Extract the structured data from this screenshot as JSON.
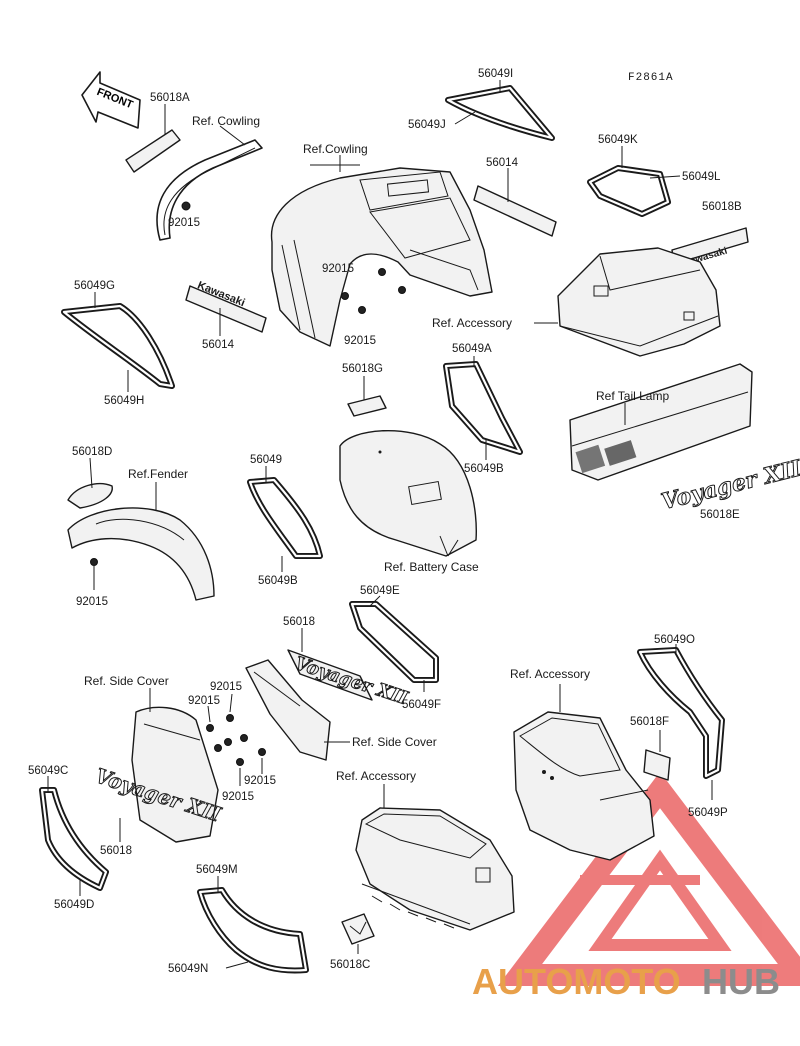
{
  "figure_code": "F2861A",
  "front_arrow_text": "FRONT",
  "labels": {
    "p56018A": "56018A",
    "refCowlingTop": "Ref. Cowling",
    "p92015_a": "92015",
    "refCowling": "Ref.Cowling",
    "p56049I": "56049I",
    "p56049J": "56049J",
    "p56014_top": "56014",
    "p56049K": "56049K",
    "p56049L": "56049L",
    "p56018B": "56018B",
    "p56049G": "56049G",
    "p56014_left": "56014",
    "p56049H": "56049H",
    "p92015_b": "92015",
    "p92015_c": "92015",
    "refAccessoryTop": "Ref. Accessory",
    "p56018G": "56018G",
    "p56049A": "56049A",
    "refTailLamp": "Ref  Tail Lamp",
    "p56049B_top": "56049B",
    "p56018E": "56018E",
    "p56018D": "56018D",
    "refFender": "Ref.Fender",
    "p56049": "56049",
    "p92015_d": "92015",
    "p56049B_mid": "56049B",
    "refBatteryCase": "Ref. Battery Case",
    "p56049E": "56049E",
    "p56049F": "56049F",
    "p56018": "56018",
    "p56049O": "56049O",
    "refAccessoryRight": "Ref. Accessory",
    "refSideCoverLeft": "Ref. Side Cover",
    "p92015_e": "92015",
    "p92015_f": "92015",
    "refSideCoverRight": "Ref. Side Cover",
    "p56018F": "56018F",
    "p92015_g": "92015",
    "p92015_h": "92015",
    "p56049C": "56049C",
    "refAccessoryBottom": "Ref. Accessory",
    "p56049P": "56049P",
    "p56018_bottom": "56018",
    "p56049D": "56049D",
    "p56049M": "56049M",
    "p56049N": "56049N",
    "p56018C": "56018C"
  },
  "watermark": {
    "part1": "AUTOMOTO",
    "part2": "HUB",
    "color_accent": "#e8a04a",
    "color_dark": "#8c8c8c",
    "triangle_color": "#e85050"
  }
}
